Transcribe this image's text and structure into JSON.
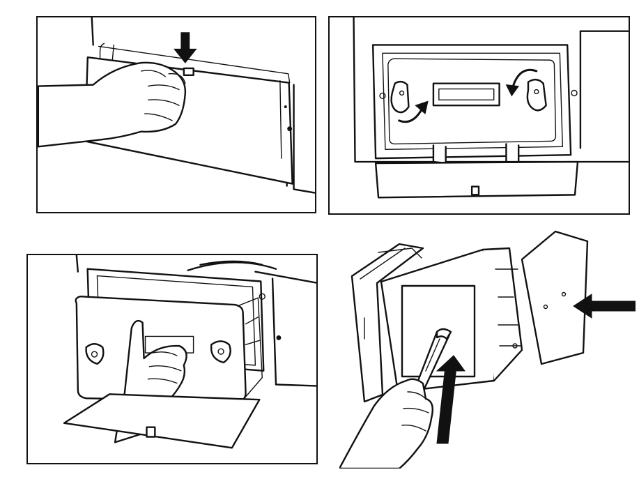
{
  "steps": [
    {
      "panel": 1,
      "action": "press-latch-open-flap",
      "icons": [
        "hand-icon",
        "arrow-down-icon"
      ]
    },
    {
      "panel": 2,
      "action": "rotate-knobs",
      "icons": [
        "rotate-counterclockwise-icon",
        "rotate-clockwise-icon"
      ]
    },
    {
      "panel": 3,
      "action": "pull-out-cover",
      "icons": [
        "hand-icon"
      ]
    },
    {
      "panel": 4,
      "action": "clean-with-brush",
      "icons": [
        "brush-icon",
        "arrow-up-icon",
        "arrow-left-icon",
        "hand-icon"
      ]
    }
  ],
  "colors": {
    "line": "#111111",
    "background": "#ffffff"
  }
}
